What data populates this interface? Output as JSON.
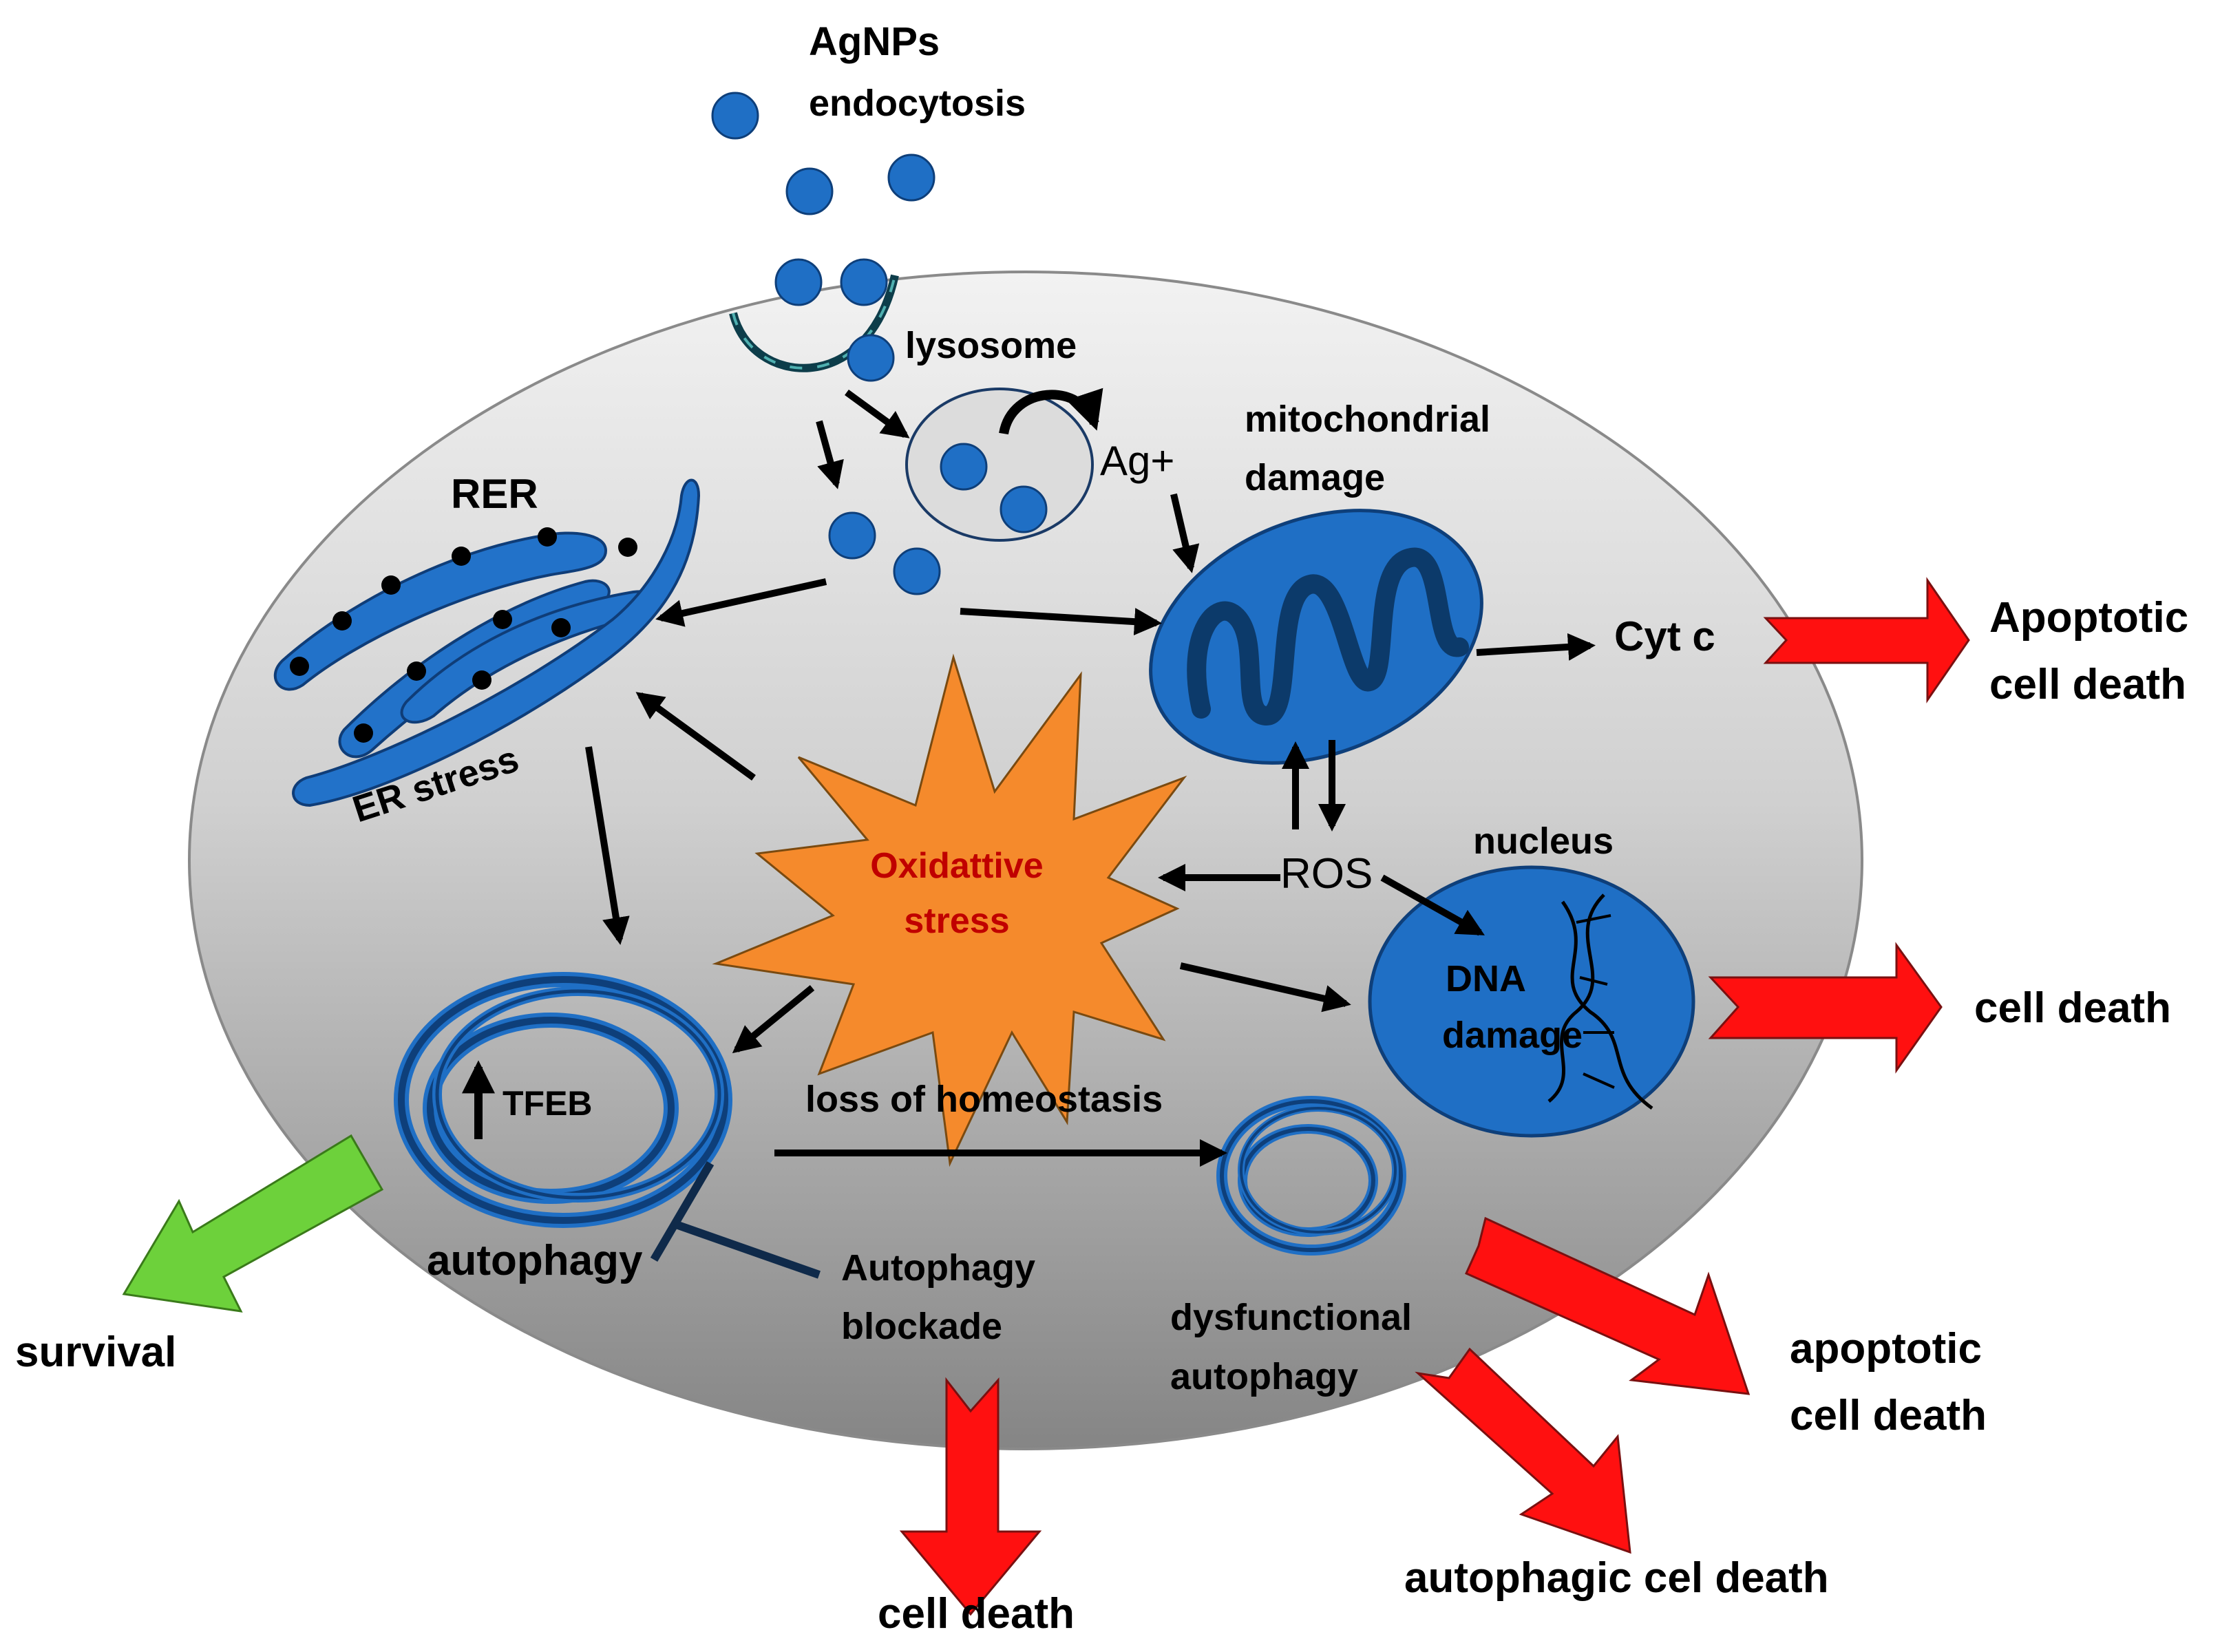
{
  "labels": {
    "agnps": "AgNPs",
    "endocytosis": "endocytosis",
    "lysosome": "lysosome",
    "ag_plus": "Ag+",
    "mito_line1": "mitochondrial",
    "mito_line2": "damage",
    "rer": "RER",
    "er_stress": "ER stress",
    "cyt_c": "Cyt c",
    "apoptotic_1_line1": "Apoptotic",
    "apoptotic_1_line2": "cell death",
    "oxidative_line1": "Oxidattive",
    "oxidative_line2": "stress",
    "ros": "ROS",
    "nucleus": "nucleus",
    "dna_line1": "DNA",
    "dna_line2": "damage",
    "cell_death_right": "cell death",
    "tfeb": "TFEB",
    "loss_homeostasis": "loss of homeostasis",
    "autophagy": "autophagy",
    "autophagy_blockade_line1": "Autophagy",
    "autophagy_blockade_line2": "blockade",
    "dysfunctional_line1": "dysfunctional",
    "dysfunctional_line2": "autophagy",
    "survival": "survival",
    "apoptotic_2_line1": "apoptotic",
    "apoptotic_2_line2": "cell death",
    "autophagic_death": "autophagic cel death",
    "cell_death_bottom": "cell death"
  },
  "colors": {
    "particle": "#1f6fc5",
    "organelle": "#2272c9",
    "oxidative_star": "#f58a2c",
    "red_arrow": "#ff1010",
    "green_arrow": "#6dd13b",
    "cell_light": "#f0f0f0",
    "cell_dark": "#8c8c8c"
  }
}
